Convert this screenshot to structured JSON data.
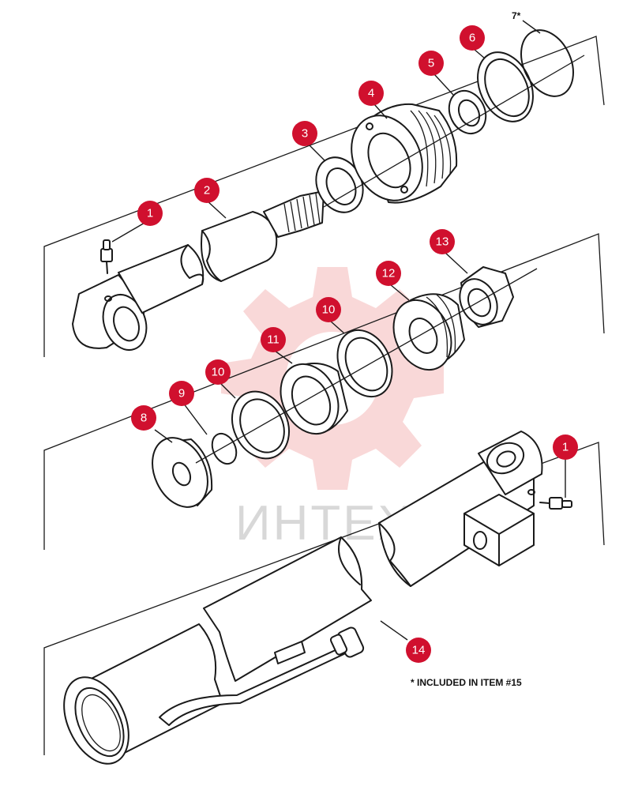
{
  "callouts": [
    {
      "id": "c1a",
      "label": "1"
    },
    {
      "id": "c2",
      "label": "2"
    },
    {
      "id": "c3",
      "label": "3"
    },
    {
      "id": "c4",
      "label": "4"
    },
    {
      "id": "c5",
      "label": "5"
    },
    {
      "id": "c6",
      "label": "6"
    },
    {
      "id": "c7",
      "label": "7*"
    },
    {
      "id": "c8",
      "label": "8"
    },
    {
      "id": "c9",
      "label": "9"
    },
    {
      "id": "c10a",
      "label": "10"
    },
    {
      "id": "c10b",
      "label": "10"
    },
    {
      "id": "c11",
      "label": "11"
    },
    {
      "id": "c12",
      "label": "12"
    },
    {
      "id": "c13",
      "label": "13"
    },
    {
      "id": "c14",
      "label": "14"
    },
    {
      "id": "c1b",
      "label": "1"
    }
  ],
  "footnote": "* INCLUDED IN ITEM #15",
  "watermark": "ИНТЕХ",
  "colors": {
    "callout": "#d0102e",
    "line": "#1a1a1a",
    "watermark": "#f4b8b8"
  }
}
